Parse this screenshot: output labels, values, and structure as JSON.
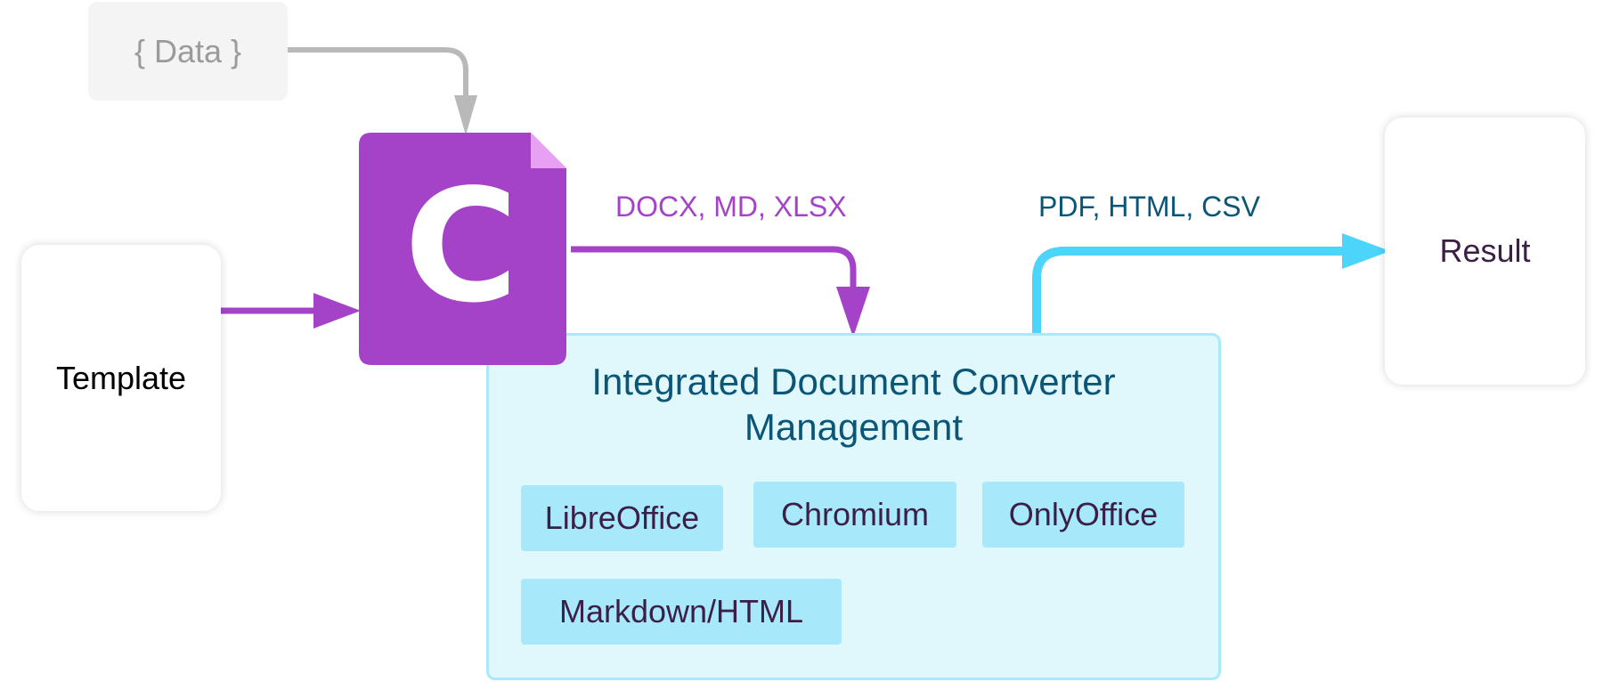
{
  "nodes": {
    "data": "{ Data }",
    "template": "Template",
    "result": "Result",
    "carbone_logo_letter": "C"
  },
  "edges": {
    "input_formats": "DOCX, MD, XLSX",
    "output_formats": "PDF, HTML, CSV"
  },
  "converter": {
    "title_line1": "Integrated Document Converter",
    "title_line2": "Management",
    "engines": [
      "LibreOffice",
      "Chromium",
      "OnlyOffice",
      "Markdown/HTML"
    ]
  },
  "colors": {
    "purple": "#a543c8",
    "purple_fold": "#e8a0f5",
    "cyan": "#4dd4fa",
    "gray": "#b9b9b9",
    "panel_bg": "#e0f7fc",
    "panel_border": "#a9e9fa",
    "chip_bg": "#a8e8fb",
    "dark_teal": "#0b5677",
    "dark_plum": "#3b1f46"
  }
}
